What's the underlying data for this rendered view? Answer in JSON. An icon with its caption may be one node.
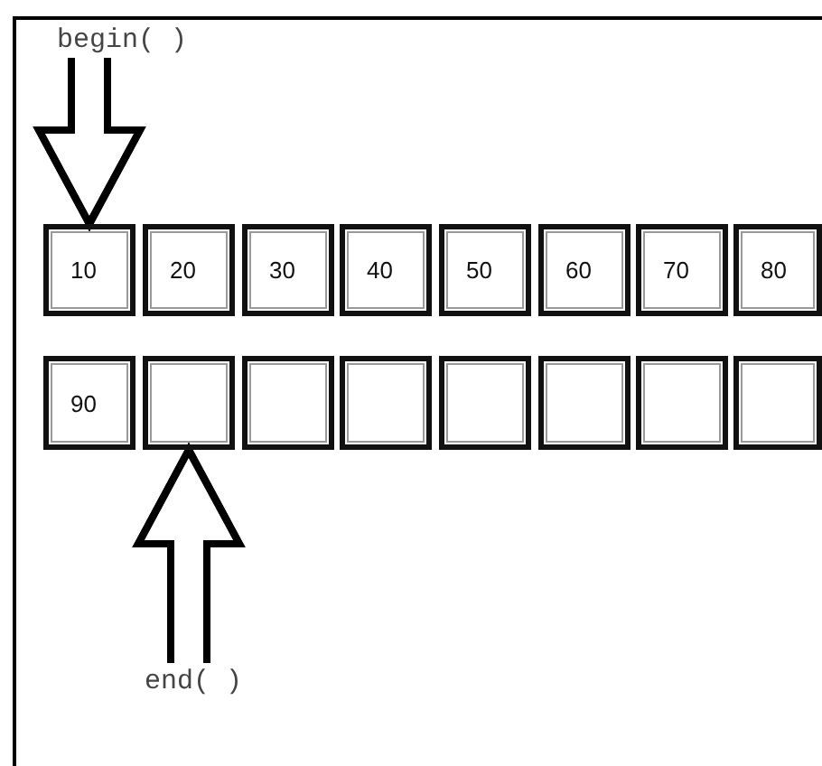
{
  "diagram": {
    "nodes": [
      {
        "text": [
          "begin( )"
        ]
      },
      {
        "text": [
          "10"
        ]
      },
      {
        "text": [
          "20"
        ]
      },
      {
        "text": [
          "30"
        ]
      },
      {
        "text": [
          "40"
        ]
      },
      {
        "text": [
          "50"
        ]
      },
      {
        "text": [
          "60"
        ]
      },
      {
        "text": [
          "70"
        ]
      },
      {
        "text": [
          "80"
        ]
      },
      {
        "text": [
          "90"
        ]
      },
      {
        "text": [],
        "shape": "box"
      },
      {
        "text": [],
        "shape": "box"
      },
      {
        "text": [],
        "shape": "box"
      },
      {
        "text": [],
        "shape": "box"
      },
      {
        "text": [],
        "shape": "box"
      },
      {
        "text": [],
        "shape": "box"
      },
      {
        "text": [],
        "shape": "box"
      },
      {
        "text": [
          "end( )"
        ]
      }
    ],
    "edges": [
      {
        "from": 0,
        "to": 1,
        "arrow": "to"
      },
      {
        "from": 17,
        "to": 10,
        "arrow": "to"
      }
    ]
  }
}
